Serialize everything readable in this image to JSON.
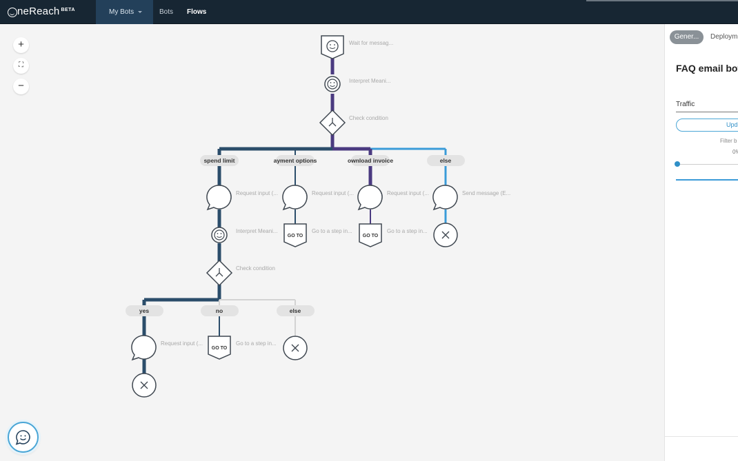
{
  "brand": {
    "name": "neReach",
    "badge": "BETA"
  },
  "nav": {
    "my_bots": "My Bots",
    "bots": "Bots",
    "flows": "Flows"
  },
  "zoom": {
    "in": "+",
    "fit": "⛶",
    "out": "−"
  },
  "flow": {
    "top_nodes": [
      {
        "label": "Wait for messag..."
      },
      {
        "label": "Interpret Meani..."
      },
      {
        "label": "Check condition"
      }
    ],
    "branches": [
      {
        "name": "spend limit"
      },
      {
        "name": "ayment options"
      },
      {
        "name": "ownload invoice"
      },
      {
        "name": "else"
      }
    ],
    "branch_nodes": [
      {
        "label": "Request input (..."
      },
      {
        "label": "Request input (..."
      },
      {
        "label": "Request input (..."
      },
      {
        "label": "Send message (E..."
      }
    ],
    "second_row_labels": [
      "Interpret Meani...",
      "Go to a step in...",
      "Go to a step in..."
    ],
    "goto_text": "GO TO",
    "sub_check_label": "Check condition",
    "sub_branches": [
      {
        "name": "yes"
      },
      {
        "name": "no"
      },
      {
        "name": "else"
      }
    ],
    "sub_nodes": [
      {
        "label": "Request input (..."
      },
      {
        "label": "Go to a step in..."
      }
    ],
    "colors": {
      "navy": "#2b4d6a",
      "purple": "#4a3a80",
      "blue": "#3a9bd8",
      "grey": "#d3d3d3",
      "node_stroke": "#3f4750"
    }
  },
  "panel": {
    "tabs": {
      "general": "Gener...",
      "deploy": "Deploym"
    },
    "title": "FAQ email bot",
    "traffic_label": "Traffic",
    "update_button": "Upd",
    "filter_text": "Filter b",
    "percent": "0%"
  }
}
